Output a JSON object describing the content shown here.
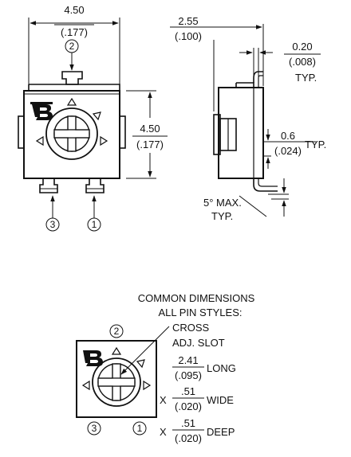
{
  "front_view": {
    "width_mm": "4.50",
    "width_in": "(.177)",
    "height_mm": "4.50",
    "height_in": "(.177)",
    "pin_top": "2",
    "pin_left": "3",
    "pin_right": "1"
  },
  "side_view": {
    "depth_mm": "2.55",
    "depth_in": "(.100)",
    "lead_thk_mm": "0.20",
    "lead_thk_in": "(.008)",
    "lead_thk_note": "TYP.",
    "lead_len_mm": "0.6",
    "lead_len_in": "(.024)",
    "lead_len_note": "TYP.",
    "angle_line1": "5° MAX.",
    "angle_line2": "TYP."
  },
  "common": {
    "title_line1": "COMMON DIMENSIONS",
    "title_line2": "ALL PIN STYLES:",
    "slot_line1": "CROSS",
    "slot_line2": "ADJ. SLOT",
    "long_mm": "2.41",
    "long_in": "(.095)",
    "long_label": "LONG",
    "wide_prefix": "X",
    "wide_mm": ".51",
    "wide_in": "(.020)",
    "wide_label": "WIDE",
    "deep_prefix": "X",
    "deep_mm": ".51",
    "deep_in": "(.020)",
    "deep_label": "DEEP",
    "pin_top": "2",
    "pin_left": "3",
    "pin_right": "1"
  }
}
